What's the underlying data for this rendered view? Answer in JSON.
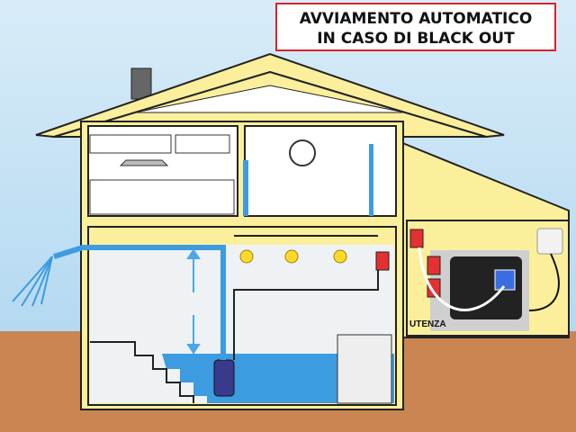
{
  "title": {
    "line1": "AVVIAMENTO AUTOMATICO",
    "line2": "IN CASO DI BLACK OUT"
  },
  "labels": {
    "utenza": "UTENZA"
  },
  "colors": {
    "sky": "#bfe0f4",
    "wall": "#fbef9c",
    "ground": "#c98552",
    "water": "#3d9be0",
    "outline": "#1a1a1a",
    "title_border": "#d8232a"
  }
}
